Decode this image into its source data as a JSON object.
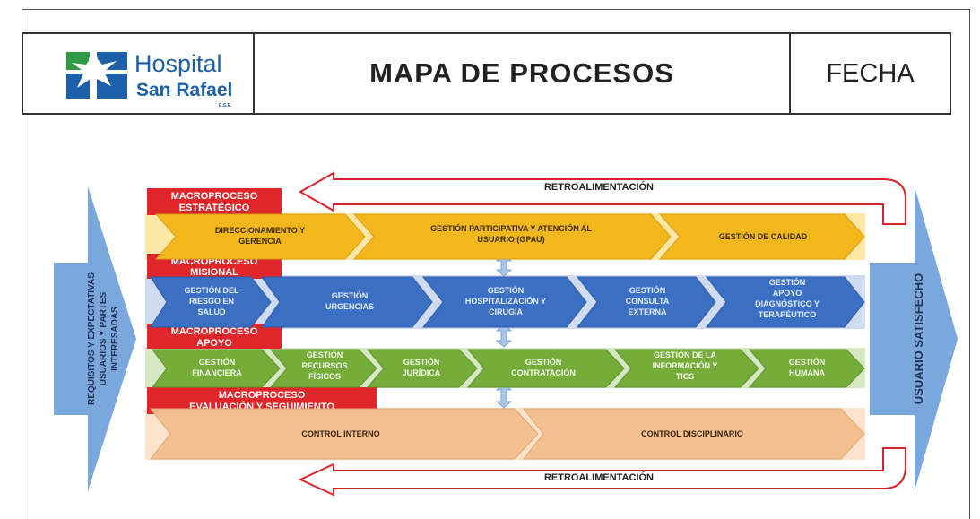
{
  "header": {
    "logo_line1": "Hospital",
    "logo_line2": "San Rafael",
    "logo_suffix": "E.S.E.",
    "title": "MAPA DE PROCESOS",
    "date_label": "FECHA"
  },
  "feedback_label_top": "RETROALIMENTACIÓN",
  "feedback_label_bottom": "RETROALIMENTACIÓN",
  "input_arrow": {
    "line1": "REQUISITOS Y EXPECTATIVAS",
    "line2": "USUARIOS Y PARTES",
    "line3": "INTERESADAS"
  },
  "output_arrow": "USUARIO SATISFECHO",
  "macroprocesses": [
    {
      "title_line1": "MACROPROCESO",
      "title_line2": "ESTRATÉGICO",
      "processes": [
        {
          "line1": "DIRECCIONAMIENTO Y",
          "line2": "GERENCIA"
        },
        {
          "line1": "GESTIÓN PARTICIPATIVA Y ATENCIÓN AL",
          "line2": "USUARIO (GPAU)"
        },
        {
          "line1": "GESTIÓN DE CALIDAD",
          "line2": ""
        }
      ]
    },
    {
      "title_line1": "MACROPROCESO",
      "title_line2": "MISIONAL",
      "processes": [
        {
          "line1": "GESTIÓN DEL",
          "line2": "RIESGO EN",
          "line3": "SALUD"
        },
        {
          "line1": "GESTIÓN",
          "line2": "URGENCIAS",
          "line3": ""
        },
        {
          "line1": "GESTIÓN",
          "line2": "HOSPITALIZACIÓN Y",
          "line3": "CIRUGÍA"
        },
        {
          "line1": "GESTIÓN",
          "line2": "CONSULTA",
          "line3": "EXTERNA"
        },
        {
          "line1": "GESTIÓN",
          "line2": "APOYO",
          "line3": "DIAGNÓSTICO Y",
          "line4": "TERAPÉUTICO"
        }
      ]
    },
    {
      "title_line1": "MACROPROCESO",
      "title_line2": "APOYO",
      "processes": [
        {
          "line1": "GESTIÓN",
          "line2": "FINANCIERA",
          "line3": ""
        },
        {
          "line1": "GESTIÓN",
          "line2": "RECURSOS",
          "line3": "FÍSICOS"
        },
        {
          "line1": "GESTIÓN",
          "line2": "JURÍDICA",
          "line3": ""
        },
        {
          "line1": "GESTIÓN",
          "line2": "CONTRATACIÓN",
          "line3": ""
        },
        {
          "line1": "GESTIÓN DE LA",
          "line2": "INFORMACIÓN Y",
          "line3": "TICS"
        },
        {
          "line1": "GESTIÓN",
          "line2": "HUMANA",
          "line3": ""
        }
      ]
    },
    {
      "title_line1": "MACROPROCESO",
      "title_line2": "EVALUACIÓN Y SEGUIMIENTO",
      "processes": [
        {
          "line1": "CONTROL INTERNO"
        },
        {
          "line1": "CONTROL DISCIPLINARIO"
        }
      ]
    }
  ],
  "colors": {
    "macro_label": "#e0262b",
    "strategic": "#f2b71c",
    "mission": "#3a6fc4",
    "support": "#76ad3a",
    "evaluation": "#f3c08f",
    "side_arrow": "#7aa7dc",
    "feedback": "#d8232a",
    "connector": "#a9c4e6"
  }
}
